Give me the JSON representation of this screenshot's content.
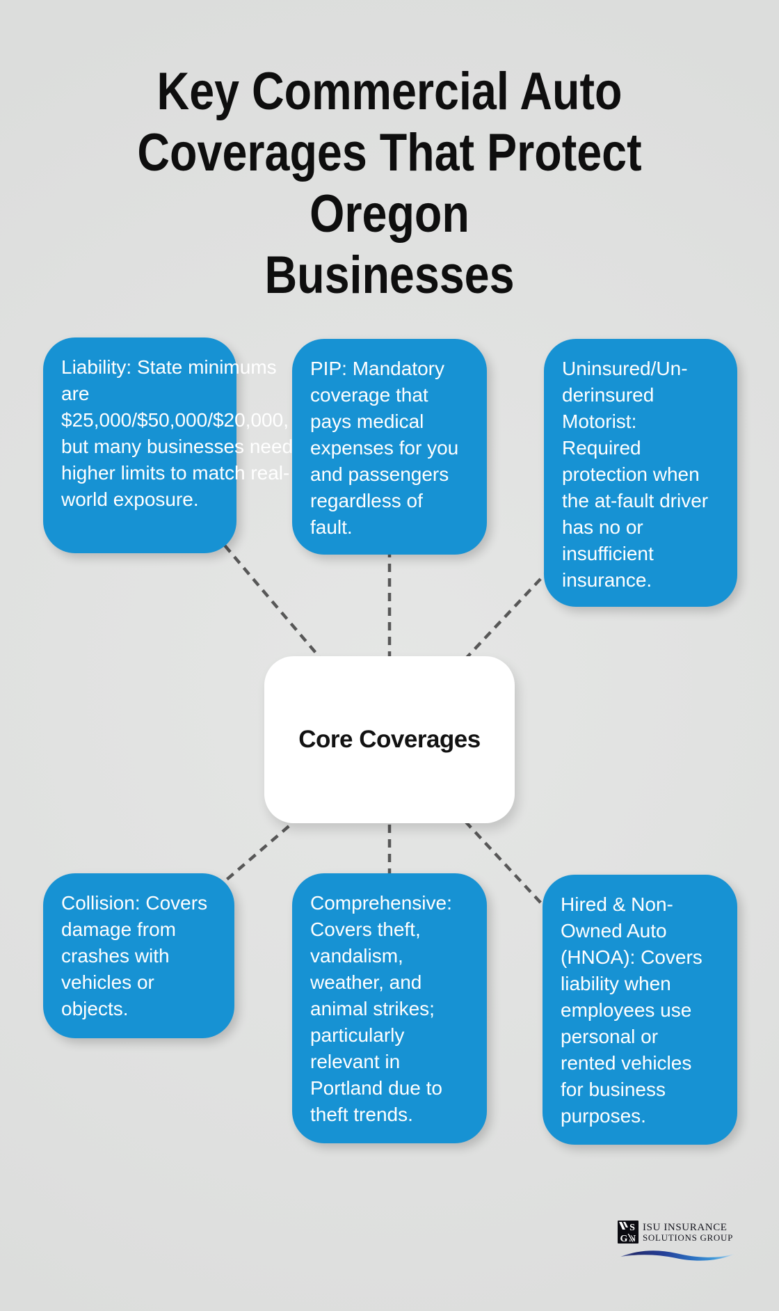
{
  "title": {
    "lines": [
      "Key Commercial Auto",
      "Coverages That Protect Oregon",
      "Businesses"
    ],
    "color": "#0e0e0e"
  },
  "diagram": {
    "center_node": {
      "label": "Core Coverages",
      "background": "#ffffff"
    },
    "node_color": "#1792d3",
    "node_text_color": "#ffffff",
    "connector_color": "#575757",
    "nodes": [
      {
        "id": "liability",
        "text": "Liability: State minimums are $25,000/$50,000/$20,000, but many businesses need higher limits to match real-world exposure."
      },
      {
        "id": "pip",
        "text": "PIP: Mandatory coverage that pays medical expenses for you and passengers regardless of fault."
      },
      {
        "id": "um-uim",
        "text": "Uninsured/Un-derinsured Motorist: Required protection when the at-fault driver has no or insufficient insurance."
      },
      {
        "id": "collision",
        "text": "Collision: Covers damage from crashes with vehicles or objects."
      },
      {
        "id": "comprehensive",
        "text": "Comprehensive: Covers theft, vandalism, weather, and animal strikes; particularly relevant in Portland due to theft trends."
      },
      {
        "id": "hnoa",
        "text": "Hired & Non-Owned Auto (HNOA): Covers liability when employees use personal or rented vehicles for business purposes."
      }
    ]
  },
  "logo": {
    "line1": "ISU INSURANCE",
    "line2": "SOLUTIONS GROUP",
    "emblem_icon": "isu-monogram-icon",
    "swoosh_icon": "logo-swoosh-icon"
  }
}
